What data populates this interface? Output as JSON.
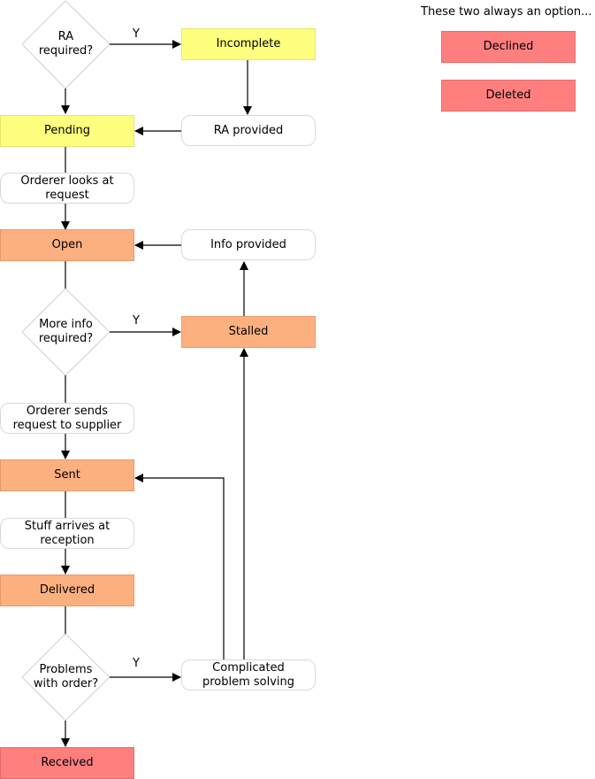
{
  "note": "These two always an option...",
  "nodes": {
    "ra_required": "RA\nrequired?",
    "incomplete": "Incomplete",
    "pending": "Pending",
    "ra_provided": "RA provided",
    "orderer_looks": "Orderer looks at\nrequest",
    "open": "Open",
    "info_provided": "Info provided",
    "more_info": "More info\nrequired?",
    "stalled": "Stalled",
    "orderer_sends": "Orderer sends\nrequest to supplier",
    "sent": "Sent",
    "stuff_arrives": "Stuff arrives at\nreception",
    "delivered": "Delivered",
    "problems": "Problems\nwith order?",
    "complicated": "Complicated\nproblem solving",
    "received": "Received",
    "declined": "Declined",
    "deleted": "Deleted"
  },
  "edge_labels": {
    "yes_1": "Y",
    "yes_2": "Y",
    "yes_3": "Y"
  },
  "colors": {
    "pending_state": "#ffff7f",
    "active_state": "#fdb07f",
    "terminal_state": "#ff7f7f",
    "step": "#ffffff"
  }
}
